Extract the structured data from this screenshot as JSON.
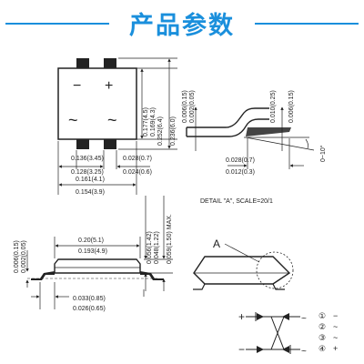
{
  "header": {
    "title": "产品参数",
    "accent_color": "#1a8fdc"
  },
  "top_view": {
    "minus_symbol": "−",
    "plus_symbol": "+",
    "ac_symbol": "~",
    "dims_right": [
      "0.177(4.5)",
      "0.169(4.3)",
      "0.252(6.4)",
      "0.236(6.0)"
    ],
    "dims_bottom": {
      "a1": "0.136(3.45)",
      "a2": "0.128(3.25)",
      "b1": "0.028(0.7)",
      "b2": "0.024(0.6)",
      "c1": "0.161(4.1)",
      "c2": "0.154(3.9)"
    }
  },
  "detail_a": {
    "dims_vertical_left": [
      "0.006(0.15)",
      "0.002(0.05)"
    ],
    "dims_vertical_right": [
      "0.010(0.25)",
      "0.006(0.15)"
    ],
    "dims_bottom": [
      "0.028(0.7)",
      "0.012(0.3)"
    ],
    "angle": "0~10°",
    "caption": "DETAIL \"A\", SCALE=20/1"
  },
  "side_view": {
    "dims_left": [
      "0.006(0.15)",
      "0.002(0.05)"
    ],
    "dims_top": [
      "0.20(5.1)",
      "0.193(4.9)"
    ],
    "dims_vertical": [
      "0.056(1.42)",
      "0.048(1.22)",
      "0.059(1.50) MAX."
    ],
    "dims_bottom": [
      "0.033(0.85)",
      "0.026(0.65)"
    ]
  },
  "iso_view": {
    "label": "A"
  },
  "schematic": {
    "pins": [
      {
        "num": "①",
        "func": "−"
      },
      {
        "num": "②",
        "func": "~"
      },
      {
        "num": "③",
        "func": "~"
      },
      {
        "num": "④",
        "func": "+"
      }
    ],
    "plus_label": "+",
    "minus_label": "−",
    "ac_label": "~"
  }
}
